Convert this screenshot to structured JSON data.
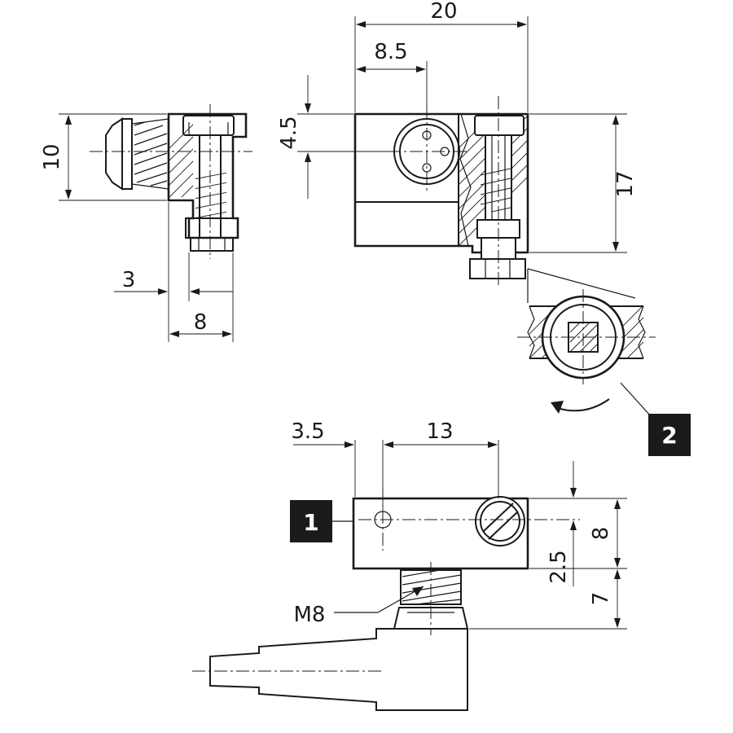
{
  "dimensions": {
    "side_height": "10",
    "side_offset": "3",
    "side_width": "8",
    "overall_width": "20",
    "connector_offset": "8.5",
    "connector_height": "4.5",
    "body_height": "17",
    "hole_offset": "3.5",
    "hole_spacing": "13",
    "body_depth": "8",
    "hole_depth": "2.5",
    "thread_length": "7",
    "thread_label": "M8"
  },
  "callouts": {
    "one": "1",
    "two": "2"
  }
}
